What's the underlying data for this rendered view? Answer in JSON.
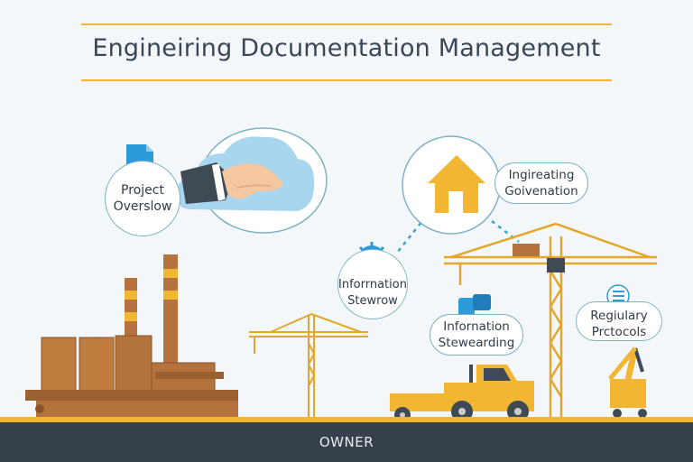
{
  "header": {
    "title": "Engineiring Documentation Management"
  },
  "nodes": {
    "project_overview": {
      "line1": "Project",
      "line2": "Overslow"
    },
    "governance": {
      "line1": "Ingireating",
      "line2": "Goivenation"
    },
    "information_stewrow": {
      "line1": "Inforrnation",
      "line2": "Stewrow"
    },
    "information_stewarding": {
      "line1": "Infornation",
      "line2": "Stewearding"
    },
    "regulatory_protocols": {
      "line1": "Regiulary",
      "line2": "Prctocols"
    }
  },
  "footer": {
    "label": "OWNER"
  },
  "colors": {
    "accent": "#f2b632",
    "outline": "#7fb2c4",
    "blue": "#2d9bd9",
    "rust": "#b4733c",
    "footer_bg": "#37414b"
  },
  "icons": [
    "document-icon",
    "cloud-icon",
    "handshake-icon",
    "house-icon",
    "gear-icon",
    "database-icon",
    "checklist-icon"
  ]
}
